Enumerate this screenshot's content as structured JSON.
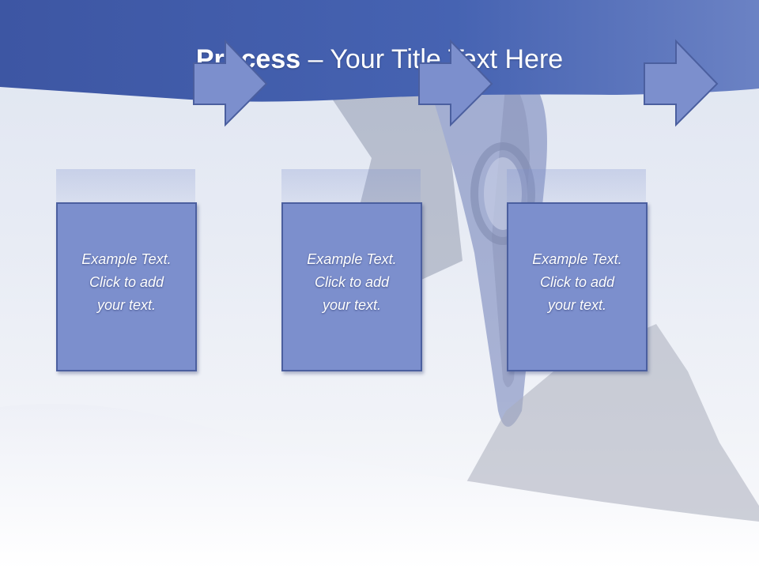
{
  "slide": {
    "title_bold": "Process",
    "title_rest": " – Your Title Text Here"
  },
  "steps": [
    {
      "line1": "Example Text.",
      "line2": "Click  to add",
      "line3": "your text."
    },
    {
      "line1": "Example Text.",
      "line2": "Click  to add",
      "line3": "your text."
    },
    {
      "line1": "Example Text.",
      "line2": "Click  to add",
      "line3": "your text."
    }
  ],
  "colors": {
    "header_blue": "#3c59a8",
    "box_fill": "#7c8fcd",
    "box_border": "#4b5f9f",
    "text": "#ffffff"
  }
}
